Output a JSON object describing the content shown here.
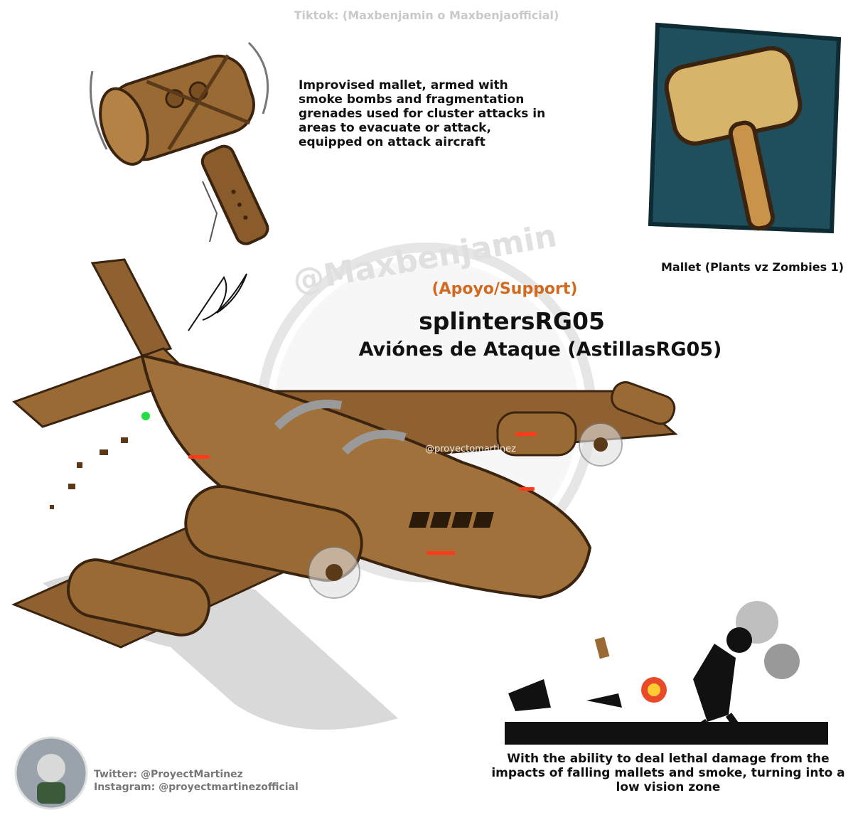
{
  "header": {
    "tiktok": "Tiktok: (Maxbenjamin o Maxbenjaofficial)"
  },
  "weapon": {
    "description": "Improvised mallet, armed with\nsmoke bombs and fragmentation\ngrenades used for cluster attacks in\nareas to evacuate or attack,\nequipped on attack aircraft"
  },
  "reference": {
    "caption": "Mallet (Plants vz Zombies 1)"
  },
  "unit": {
    "role": "(Apoyo/Support)",
    "name": "splintersRG05",
    "subtitle": "Aviónes de Ataque (AstillasRG05)"
  },
  "watermarks": {
    "center": "@Maxbenjamin",
    "plane": "@proyectomartinez"
  },
  "ability": {
    "text": "With the ability to deal lethal damage from the impacts of falling mallets and smoke, turning into a low vision zone"
  },
  "social": {
    "twitter": "Twitter: @ProyectMartinez",
    "instagram": "Instagram: @proyectmartinezofficial"
  },
  "colors": {
    "wood": "#9a6a34",
    "wood_dark": "#5a3a18",
    "accent": "#d2691e",
    "light_red": "#ff3a1a",
    "light_green": "#22dd44",
    "ref_bg": "#1f4f5c"
  }
}
